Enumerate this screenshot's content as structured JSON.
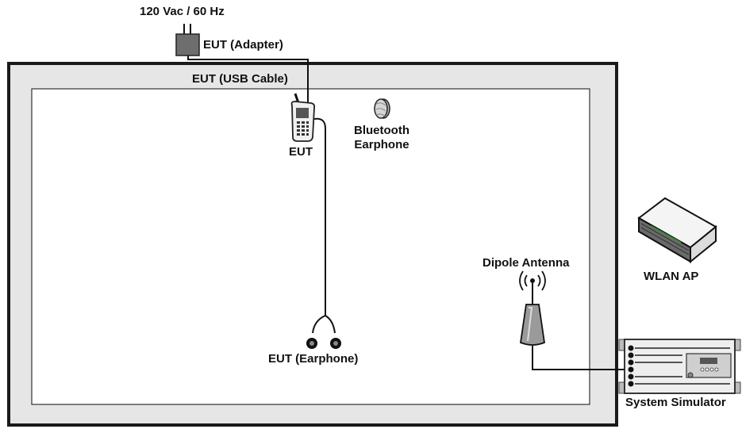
{
  "labels": {
    "power_source": "120 Vac / 60 Hz",
    "adapter": "EUT (Adapter)",
    "usb_cable": "EUT (USB Cable)",
    "eut": "EUT",
    "bluetooth_line1": "Bluetooth",
    "bluetooth_line2": "Earphone",
    "earphone": "EUT (Earphone)",
    "dipole_antenna": "Dipole Antenna",
    "wlan_ap": "WLAN AP",
    "system_simulator": "System Simulator"
  },
  "icons": {
    "adapter": "power-adapter-icon",
    "phone": "mobile-phone-icon",
    "bluetooth": "bluetooth-earphone-icon",
    "earphone": "wired-earphone-icon",
    "antenna": "dipole-antenna-icon",
    "router": "wlan-router-icon",
    "simulator": "system-simulator-icon"
  },
  "colors": {
    "chamber_outer": "#e6e6e6",
    "chamber_border": "#1a1a1a",
    "cable": "#111111"
  }
}
